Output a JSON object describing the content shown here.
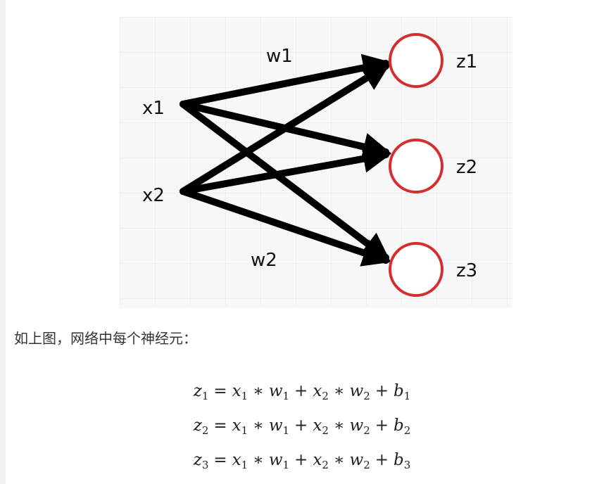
{
  "diagram": {
    "inputs": [
      "x1",
      "x2"
    ],
    "weights": [
      "w1",
      "w2"
    ],
    "outputs": [
      "z1",
      "z2",
      "z3"
    ],
    "node_color": "#d32f2f",
    "edge_color": "#000000",
    "grid_color": "#e6e6e6",
    "background": "#f7f7f7"
  },
  "caption": "如上图，网络中每个神经元：",
  "equations": [
    {
      "lhs": "z",
      "lhs_sub": "1",
      "t1": "x",
      "t1_sub": "1",
      "t2": "w",
      "t2_sub": "1",
      "t3": "x",
      "t3_sub": "2",
      "t4": "w",
      "t4_sub": "2",
      "b": "b",
      "b_sub": "1"
    },
    {
      "lhs": "z",
      "lhs_sub": "2",
      "t1": "x",
      "t1_sub": "1",
      "t2": "w",
      "t2_sub": "1",
      "t3": "x",
      "t3_sub": "2",
      "t4": "w",
      "t4_sub": "2",
      "b": "b",
      "b_sub": "2"
    },
    {
      "lhs": "z",
      "lhs_sub": "3",
      "t1": "x",
      "t1_sub": "1",
      "t2": "w",
      "t2_sub": "1",
      "t3": "x",
      "t3_sub": "2",
      "t4": "w",
      "t4_sub": "2",
      "b": "b",
      "b_sub": "3"
    }
  ],
  "operators": {
    "eq": "=",
    "mul": "∗",
    "plus": "+"
  }
}
